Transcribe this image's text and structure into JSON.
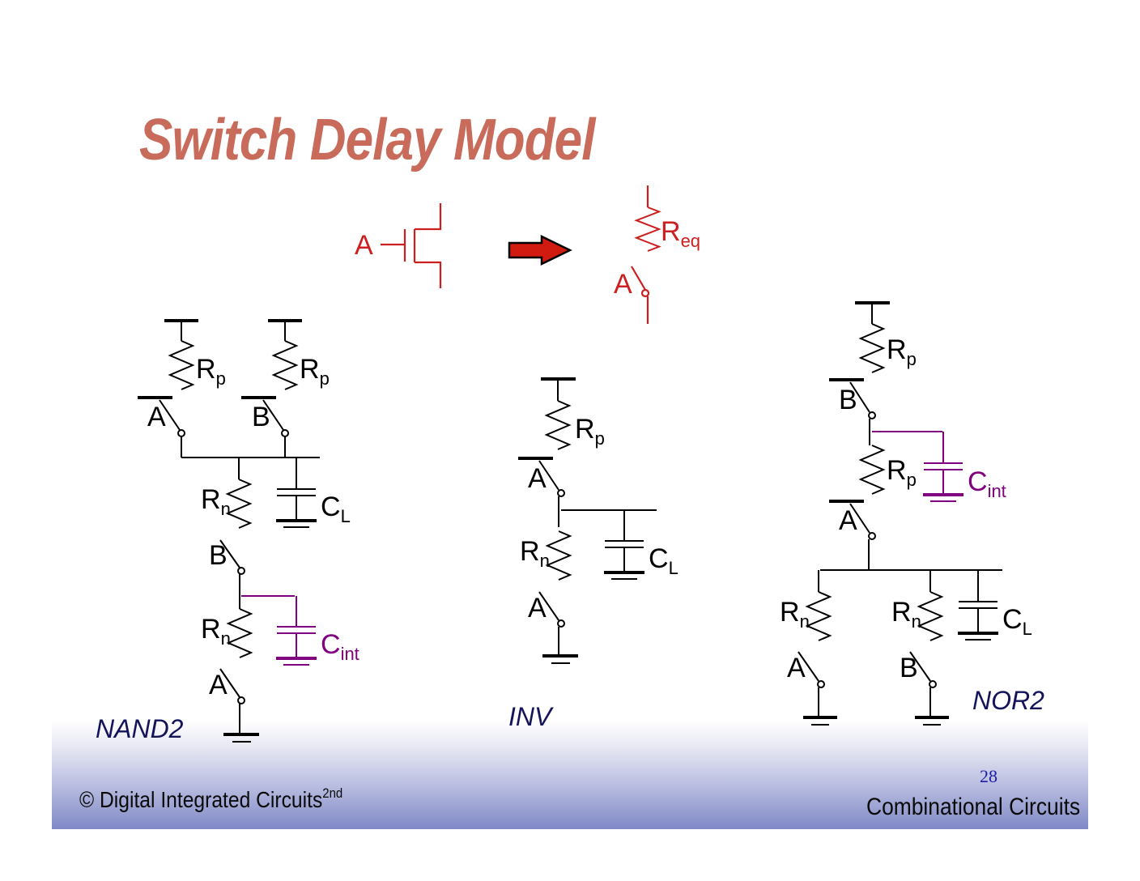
{
  "slide": {
    "title": "Switch Delay Model",
    "page_number": "28",
    "footer_left": "© Digital Integrated Circuits",
    "footer_left_superscript": "2nd",
    "footer_right": "Combinational Circuits"
  },
  "colors": {
    "title": "#c86b5b",
    "model_red": "#cc1f1f",
    "arrow_fill": "#d11a10",
    "wire_black": "#000000",
    "internal_cap_purple": "#800080",
    "caption_navy": "#14145a",
    "page_number_blue": "#1c1ca8"
  },
  "model": {
    "transistor_gate_label": "A",
    "resistor_label": "R",
    "resistor_subscript": "eq",
    "switch_label": "A",
    "arrow": "right-arrow"
  },
  "circuits": {
    "nand2": {
      "caption": "NAND2",
      "pull_up": [
        {
          "resistor": "R",
          "sub": "p",
          "switch": "A"
        },
        {
          "resistor": "R",
          "sub": "p",
          "switch": "B"
        }
      ],
      "pull_down": [
        {
          "resistor": "R",
          "sub": "n",
          "switch": "B"
        },
        {
          "resistor": "R",
          "sub": "n",
          "switch": "A"
        }
      ],
      "load_cap": {
        "label": "C",
        "sub": "L"
      },
      "internal_cap": {
        "label": "C",
        "sub": "int"
      }
    },
    "inv": {
      "caption": "INV",
      "pull_up": [
        {
          "resistor": "R",
          "sub": "p",
          "switch": "A"
        }
      ],
      "pull_down": [
        {
          "resistor": "R",
          "sub": "n",
          "switch": "A"
        }
      ],
      "load_cap": {
        "label": "C",
        "sub": "L"
      }
    },
    "nor2": {
      "caption": "NOR2",
      "pull_up": [
        {
          "resistor": "R",
          "sub": "p",
          "switch": "B"
        },
        {
          "resistor": "R",
          "sub": "p",
          "switch": "A"
        }
      ],
      "pull_down": [
        {
          "resistor": "R",
          "sub": "n",
          "switch": "A"
        },
        {
          "resistor": "R",
          "sub": "n",
          "switch": "B"
        }
      ],
      "load_cap": {
        "label": "C",
        "sub": "L"
      },
      "internal_cap": {
        "label": "C",
        "sub": "int"
      }
    }
  }
}
